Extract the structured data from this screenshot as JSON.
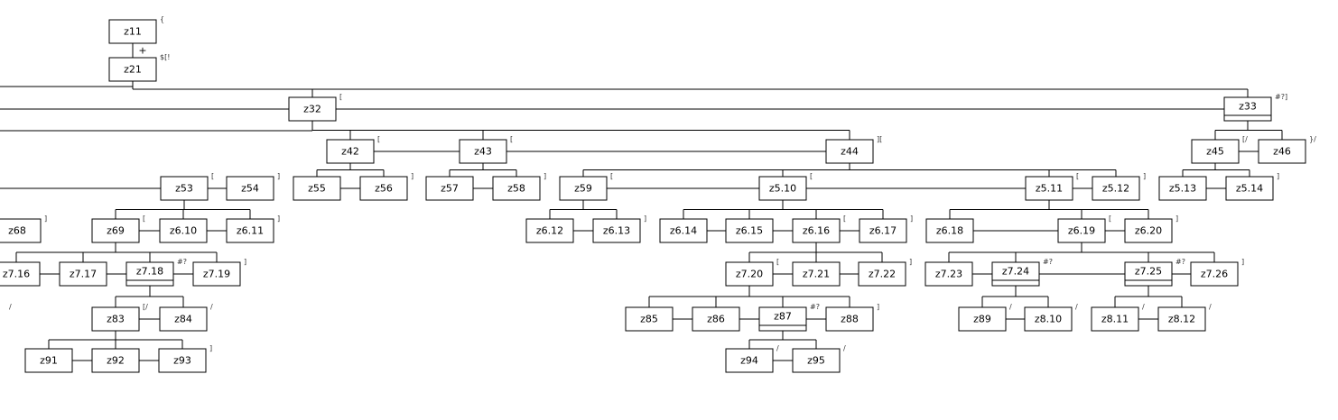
{
  "diagram": {
    "operator": "+",
    "nodes": [
      {
        "id": "z11",
        "label": "z11",
        "anno": "{"
      },
      {
        "id": "z21",
        "label": "z21",
        "anno": "$[!"
      },
      {
        "id": "z32",
        "label": "z32",
        "anno": "["
      },
      {
        "id": "z33",
        "label": "z33",
        "anno": "#?]"
      },
      {
        "id": "z42",
        "label": "z42",
        "anno": "["
      },
      {
        "id": "z43",
        "label": "z43",
        "anno": "["
      },
      {
        "id": "z44",
        "label": "z44",
        "anno": "]["
      },
      {
        "id": "z45",
        "label": "z45",
        "anno": "[/"
      },
      {
        "id": "z46",
        "label": "z46",
        "anno": "}/"
      },
      {
        "id": "z53",
        "label": "z53",
        "anno": "["
      },
      {
        "id": "z54",
        "label": "z54",
        "anno": "]"
      },
      {
        "id": "z55",
        "label": "z55",
        "anno": ""
      },
      {
        "id": "z56",
        "label": "z56",
        "anno": "]"
      },
      {
        "id": "z57",
        "label": "z57",
        "anno": ""
      },
      {
        "id": "z58",
        "label": "z58",
        "anno": "]"
      },
      {
        "id": "z59",
        "label": "z59",
        "anno": "["
      },
      {
        "id": "z5.10",
        "label": "z5.10",
        "anno": "["
      },
      {
        "id": "z5.11",
        "label": "z5.11",
        "anno": "["
      },
      {
        "id": "z5.12",
        "label": "z5.12",
        "anno": "]"
      },
      {
        "id": "z5.13",
        "label": "z5.13",
        "anno": ""
      },
      {
        "id": "z5.14",
        "label": "z5.14",
        "anno": "]"
      },
      {
        "id": "z68",
        "label": "z68",
        "anno": "]"
      },
      {
        "id": "z69",
        "label": "z69",
        "anno": "["
      },
      {
        "id": "z6.10",
        "label": "z6.10",
        "anno": ""
      },
      {
        "id": "z6.11",
        "label": "z6.11",
        "anno": "]"
      },
      {
        "id": "z6.12",
        "label": "z6.12",
        "anno": ""
      },
      {
        "id": "z6.13",
        "label": "z6.13",
        "anno": "]"
      },
      {
        "id": "z6.14",
        "label": "z6.14",
        "anno": ""
      },
      {
        "id": "z6.15",
        "label": "z6.15",
        "anno": ""
      },
      {
        "id": "z6.16",
        "label": "z6.16",
        "anno": "["
      },
      {
        "id": "z6.17",
        "label": "z6.17",
        "anno": "]"
      },
      {
        "id": "z6.18",
        "label": "z6.18",
        "anno": ""
      },
      {
        "id": "z6.19",
        "label": "z6.19",
        "anno": "["
      },
      {
        "id": "z6.20",
        "label": "z6.20",
        "anno": "]"
      },
      {
        "id": "z7.16",
        "label": "z7.16",
        "anno": ""
      },
      {
        "id": "z7.17",
        "label": "z7.17",
        "anno": ""
      },
      {
        "id": "z7.18",
        "label": "z7.18",
        "anno": "#?"
      },
      {
        "id": "z7.19",
        "label": "z7.19",
        "anno": "]"
      },
      {
        "id": "z7.20",
        "label": "z7.20",
        "anno": "["
      },
      {
        "id": "z7.21",
        "label": "z7.21",
        "anno": ""
      },
      {
        "id": "z7.22",
        "label": "z7.22",
        "anno": "]"
      },
      {
        "id": "z7.23",
        "label": "z7.23",
        "anno": ""
      },
      {
        "id": "z7.24",
        "label": "z7.24",
        "anno": "#?"
      },
      {
        "id": "z7.25",
        "label": "z7.25",
        "anno": "#?"
      },
      {
        "id": "z7.26",
        "label": "z7.26",
        "anno": "]"
      },
      {
        "id": "z83",
        "label": "z83",
        "anno": "[/"
      },
      {
        "id": "z84",
        "label": "z84",
        "anno": "/"
      },
      {
        "id": "z85",
        "label": "z85",
        "anno": ""
      },
      {
        "id": "z86",
        "label": "z86",
        "anno": ""
      },
      {
        "id": "z87",
        "label": "z87",
        "anno": "#?"
      },
      {
        "id": "z88",
        "label": "z88",
        "anno": "]"
      },
      {
        "id": "z89",
        "label": "z89",
        "anno": "/"
      },
      {
        "id": "z8.10",
        "label": "z8.10",
        "anno": "/"
      },
      {
        "id": "z8.11",
        "label": "z8.11",
        "anno": "/"
      },
      {
        "id": "z8.12",
        "label": "z8.12",
        "anno": "/"
      },
      {
        "id": "z91",
        "label": "z91",
        "anno": ""
      },
      {
        "id": "z92",
        "label": "z92",
        "anno": ""
      },
      {
        "id": "z93",
        "label": "z93",
        "anno": "]"
      },
      {
        "id": "z94",
        "label": "z94",
        "anno": "/"
      },
      {
        "id": "z95",
        "label": "z95",
        "anno": "/"
      },
      {
        "id": "cut-a",
        "label": "",
        "anno": "/"
      }
    ],
    "edges": [
      [
        "z11",
        "z21"
      ],
      [
        "z21",
        "z32"
      ],
      [
        "z21",
        "z33"
      ],
      [
        "z32",
        "z42"
      ],
      [
        "z32",
        "z43"
      ],
      [
        "z32",
        "z44"
      ],
      [
        "z33",
        "z45"
      ],
      [
        "z33",
        "z46"
      ],
      [
        "z42",
        "z55"
      ],
      [
        "z42",
        "z56"
      ],
      [
        "z43",
        "z57"
      ],
      [
        "z43",
        "z58"
      ],
      [
        "z44",
        "z59"
      ],
      [
        "z44",
        "z5.10"
      ],
      [
        "z44",
        "z5.11"
      ],
      [
        "z44",
        "z5.12"
      ],
      [
        "z45",
        "z5.13"
      ],
      [
        "z45",
        "z5.14"
      ],
      [
        "z53",
        "z69"
      ],
      [
        "z53",
        "z6.10"
      ],
      [
        "z53",
        "z6.11"
      ],
      [
        "z59",
        "z6.12"
      ],
      [
        "z59",
        "z6.13"
      ],
      [
        "z5.10",
        "z6.14"
      ],
      [
        "z5.10",
        "z6.15"
      ],
      [
        "z5.10",
        "z6.16"
      ],
      [
        "z5.10",
        "z6.17"
      ],
      [
        "z5.11",
        "z6.18"
      ],
      [
        "z5.11",
        "z6.19"
      ],
      [
        "z5.11",
        "z6.20"
      ],
      [
        "z69",
        "z7.16"
      ],
      [
        "z69",
        "z7.17"
      ],
      [
        "z69",
        "z7.18"
      ],
      [
        "z69",
        "z7.19"
      ],
      [
        "z6.16",
        "z7.20"
      ],
      [
        "z6.16",
        "z7.21"
      ],
      [
        "z6.16",
        "z7.22"
      ],
      [
        "z6.19",
        "z7.23"
      ],
      [
        "z6.19",
        "z7.24"
      ],
      [
        "z6.19",
        "z7.25"
      ],
      [
        "z6.19",
        "z7.26"
      ],
      [
        "z7.18",
        "z83"
      ],
      [
        "z7.18",
        "z84"
      ],
      [
        "z7.20",
        "z85"
      ],
      [
        "z7.20",
        "z86"
      ],
      [
        "z7.20",
        "z87"
      ],
      [
        "z7.20",
        "z88"
      ],
      [
        "z7.24",
        "z89"
      ],
      [
        "z7.24",
        "z8.10"
      ],
      [
        "z7.25",
        "z8.11"
      ],
      [
        "z7.25",
        "z8.12"
      ],
      [
        "z83",
        "z91"
      ],
      [
        "z83",
        "z92"
      ],
      [
        "z83",
        "z93"
      ],
      [
        "z87",
        "z94"
      ],
      [
        "z87",
        "z95"
      ]
    ]
  }
}
